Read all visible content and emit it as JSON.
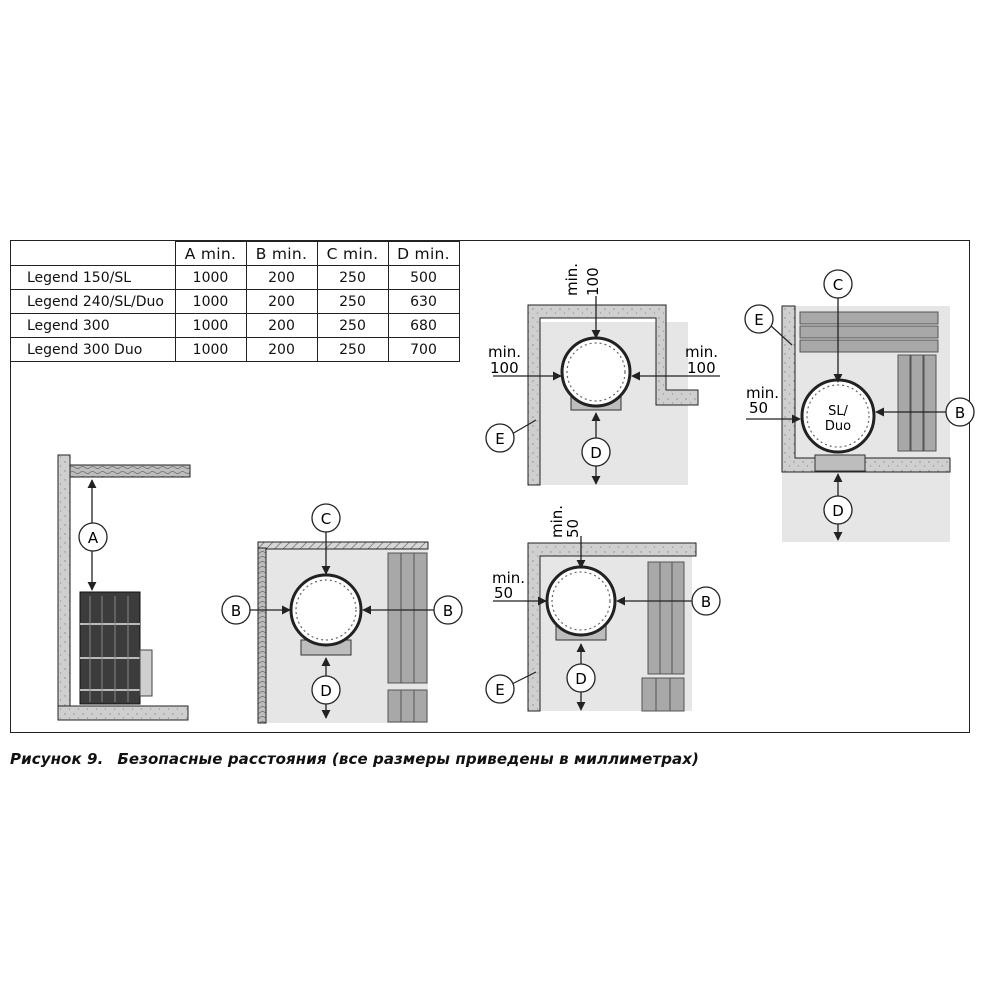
{
  "table": {
    "columns": [
      "A min.",
      "B min.",
      "C min.",
      "D min."
    ],
    "rows": [
      {
        "model": "Legend 150/SL",
        "a": "1000",
        "b": "200",
        "c": "250",
        "d": "500"
      },
      {
        "model": "Legend 240/SL/Duo",
        "a": "1000",
        "b": "200",
        "c": "250",
        "d": "630"
      },
      {
        "model": "Legend 300",
        "a": "1000",
        "b": "200",
        "c": "250",
        "d": "680"
      },
      {
        "model": "Legend 300 Duo",
        "a": "1000",
        "b": "200",
        "c": "250",
        "d": "700"
      }
    ]
  },
  "labels": {
    "a": "A",
    "b": "B",
    "c": "C",
    "d": "D",
    "e": "E",
    "min": "min.",
    "v100": "100",
    "v50": "50",
    "sl": "SL/",
    "duo": "Duo"
  },
  "caption": {
    "number": "Рисунок 9.",
    "text": "Безопасные расстояния (все размеры приведены в миллиметрах)"
  },
  "colors": {
    "floor": "#e6e6e6",
    "wall": "#cfcfcf",
    "bench": "#a8a8a8",
    "line": "#222222"
  }
}
